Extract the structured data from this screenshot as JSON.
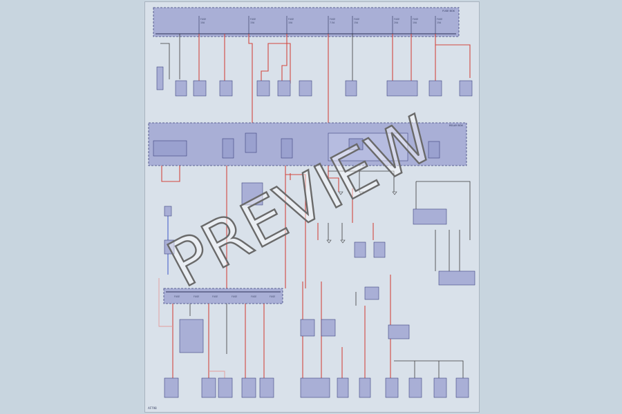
{
  "watermark": "PREVIEW",
  "sheet_id": "AF798",
  "colors": {
    "background": "#c8d5df",
    "sheet": "#d9e1ea",
    "box_fill": "#a9afd6",
    "box_border": "#3d437e",
    "wire_red": "#d2463f",
    "wire_black": "#3a3a3a",
    "wire_blue": "#3a55c8",
    "wire_pink": "#e49b9b"
  },
  "labels": {
    "top_fuse_box": "FUSE BOX",
    "middle_relay_box": "RELAY BOX"
  }
}
